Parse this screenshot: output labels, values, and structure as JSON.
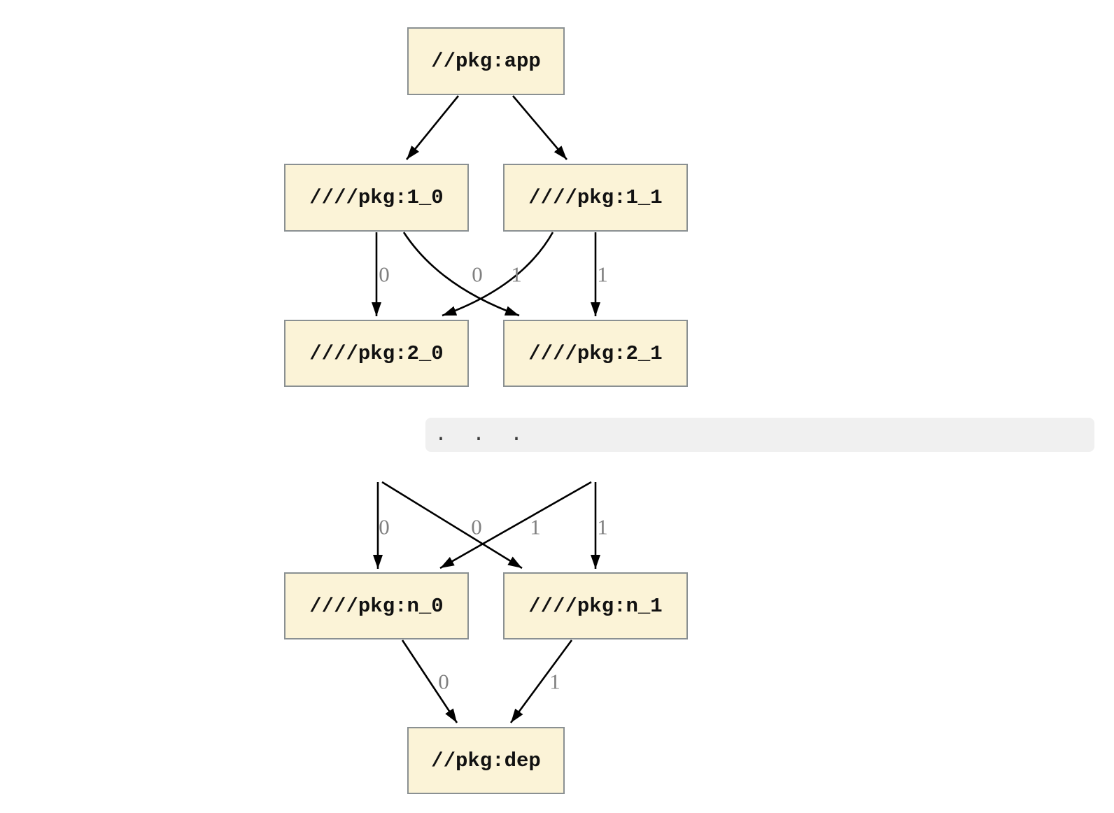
{
  "colors": {
    "node_fill": "#fbf3d7",
    "node_border": "#8a9092",
    "edge_stroke": "#000000",
    "edge_label": "#808080",
    "code_background": "#f0f0f0"
  },
  "nodes": {
    "app": {
      "label": "//pkg:app"
    },
    "v1_0": {
      "label": "////pkg:1_0"
    },
    "v1_1": {
      "label": "////pkg:1_1"
    },
    "v2_0": {
      "label": "////pkg:2_0"
    },
    "v2_1": {
      "label": "////pkg:2_1"
    },
    "vn_0": {
      "label": "////pkg:n_0"
    },
    "vn_1": {
      "label": "////pkg:n_1"
    },
    "dep": {
      "label": "//pkg:dep"
    }
  },
  "ellipsis": {
    "text": ".  .  ."
  },
  "edge_labels": {
    "top": [
      {
        "text": "0"
      },
      {
        "text": "0"
      },
      {
        "text": "1"
      },
      {
        "text": "1"
      }
    ],
    "mid": [
      {
        "text": "0"
      },
      {
        "text": "0"
      },
      {
        "text": "1"
      },
      {
        "text": "1"
      }
    ],
    "bottom": [
      {
        "text": "0"
      },
      {
        "text": "1"
      }
    ]
  }
}
